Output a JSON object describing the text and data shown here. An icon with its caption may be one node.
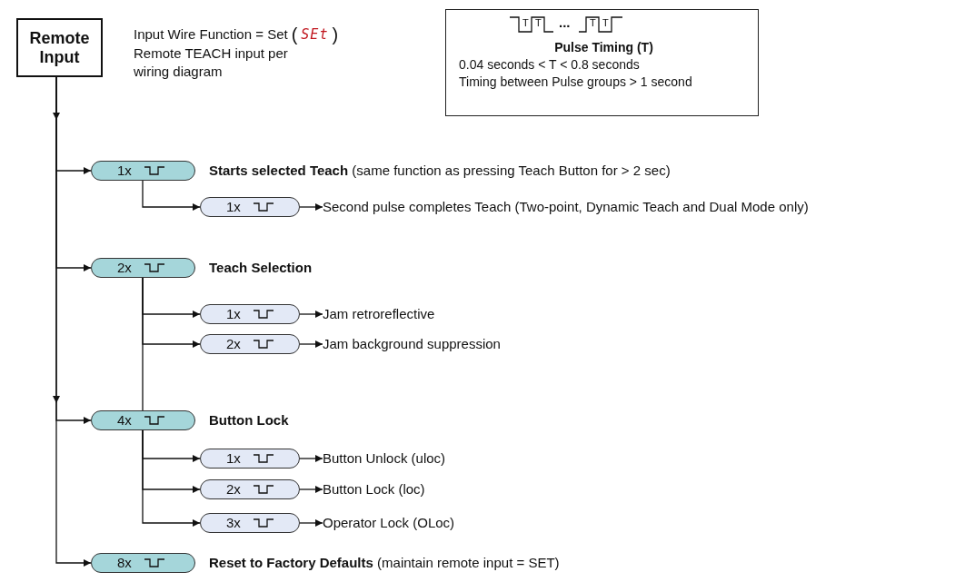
{
  "diagram": {
    "nodes": [
      {
        "text": [
          "Remote Input"
        ]
      },
      {
        "text": [
          "1x"
        ],
        "beside": [
          "**Starts selected Teach** (same function as pressing Teach Button for > 2 sec)"
        ]
      },
      {
        "text": [
          "1x"
        ]
      },
      {
        "text": [
          "Second pulse completes Teach (Two-point, Dynamic Teach and Dual Mode only)"
        ]
      },
      {
        "text": [
          "2x"
        ],
        "beside": [
          "Teach Selection"
        ]
      },
      {
        "text": [
          "1x"
        ]
      },
      {
        "text": [
          "Jam retroreflective"
        ]
      },
      {
        "text": [
          "2x"
        ]
      },
      {
        "text": [
          "Jam background suppression"
        ]
      },
      {
        "text": [
          "4x"
        ],
        "beside": [
          "Button Lock"
        ]
      },
      {
        "text": [
          "1x"
        ]
      },
      {
        "text": [
          "Button Unlock (uloc)"
        ]
      },
      {
        "text": [
          "2x"
        ]
      },
      {
        "text": [
          "Button Lock (loc)"
        ]
      },
      {
        "text": [
          "3x"
        ]
      },
      {
        "text": [
          "Operator Lock (OLoc)"
        ]
      },
      {
        "text": [
          "8x"
        ],
        "beside": [
          "**Reset to Factory Defaults** (maintain remote input = SET)"
        ]
      },
      {
        "text": [
          "Pulse Timing (T)",
          "0.04 seconds < T < 0.8 seconds",
          "Timing between Pulse groups > 1 second"
        ]
      }
    ],
    "edges": [
      {
        "from": 0,
        "to": 1,
        "arrow": "to"
      },
      {
        "from": 0,
        "to": 4,
        "arrow": "to"
      },
      {
        "from": 0,
        "to": 9,
        "arrow": "to"
      },
      {
        "from": 0,
        "to": 16,
        "arrow": "to"
      },
      {
        "from": 1,
        "to": 2,
        "arrow": "to"
      },
      {
        "from": 2,
        "to": 3,
        "arrow": "to"
      },
      {
        "from": 4,
        "to": 5,
        "arrow": "to"
      },
      {
        "from": 4,
        "to": 7,
        "arrow": "to"
      },
      {
        "from": 4,
        "to": 9,
        "arrow": "none"
      },
      {
        "from": 5,
        "to": 6,
        "arrow": "to"
      },
      {
        "from": 7,
        "to": 8,
        "arrow": "to"
      },
      {
        "from": 9,
        "to": 10,
        "arrow": "to"
      },
      {
        "from": 9,
        "to": 12,
        "arrow": "to"
      },
      {
        "from": 9,
        "to": 14,
        "arrow": "to"
      },
      {
        "from": 10,
        "to": 11,
        "arrow": "to"
      },
      {
        "from": 12,
        "to": 13,
        "arrow": "to"
      },
      {
        "from": 14,
        "to": 15,
        "arrow": "to"
      }
    ],
    "labels": [
      "Input Wire Function = Set",
      "(",
      "SEt",
      ")",
      "Remote TEACH input per wiring diagram",
      "T",
      "T",
      "...",
      "T",
      "T"
    ]
  }
}
